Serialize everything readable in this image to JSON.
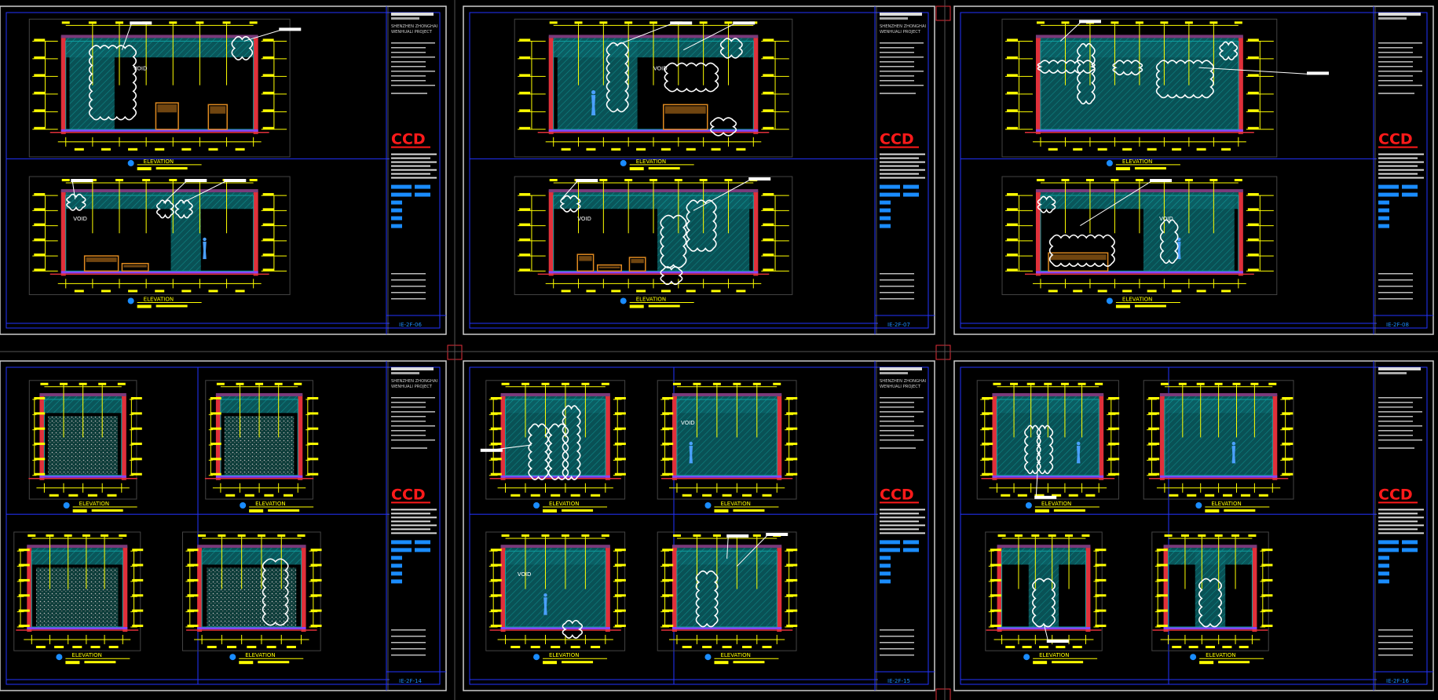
{
  "viewport": {
    "background": "#000000"
  },
  "colors": {
    "frame": "#2233ff",
    "wall": "#e0303a",
    "dim": "#ffff00",
    "hatch": "#0fa0a0",
    "hatch_dark": "#0b5f64",
    "furniture": "#e08a20",
    "figure": "#4aa0ff",
    "cloud": "#ffffff",
    "accent_blue": "#1a8cff",
    "logo": "#ff1a1a",
    "border": "#cccccc",
    "violet": "#8844ff"
  },
  "sheets": [
    {
      "company_line1": "SHENZHEN ZHONGHAI",
      "company_line2": "WENHUALI PROJECT",
      "logo": "CCD",
      "sheet_number": "IE-2F-06",
      "views": [
        {
          "label": "ELEVATION",
          "note": "VOID"
        },
        {
          "label": "ELEVATION",
          "note": "VOID"
        }
      ]
    },
    {
      "company_line1": "SHENZHEN ZHONGHAI",
      "company_line2": "WENHUALI PROJECT",
      "logo": "CCD",
      "sheet_number": "IE-2F-07",
      "views": [
        {
          "label": "ELEVATION",
          "note": "VOID"
        },
        {
          "label": "ELEVATION",
          "note": "VOID"
        }
      ]
    },
    {
      "company_line1": "",
      "company_line2": "",
      "logo": "CCD",
      "sheet_number": "IE-2F-08",
      "views": [
        {
          "label": "ELEVATION",
          "note": ""
        },
        {
          "label": "ELEVATION",
          "note": "VOID"
        }
      ]
    },
    {
      "company_line1": "SHENZHEN ZHONGHAI",
      "company_line2": "WENHUALI PROJECT",
      "logo": "CCD",
      "sheet_number": "IE-2F-14",
      "views": [
        {
          "label": "ELEVATION",
          "note": ""
        },
        {
          "label": "ELEVATION",
          "note": ""
        },
        {
          "label": "ELEVATION",
          "note": ""
        },
        {
          "label": "ELEVATION",
          "note": ""
        }
      ]
    },
    {
      "company_line1": "SHENZHEN ZHONGHAI",
      "company_line2": "WENHUALI PROJECT",
      "logo": "CCD",
      "sheet_number": "IE-2F-15",
      "views": [
        {
          "label": "ELEVATION",
          "note": ""
        },
        {
          "label": "ELEVATION",
          "note": "VOID"
        },
        {
          "label": "ELEVATION",
          "note": "VOID"
        },
        {
          "label": "ELEVATION",
          "note": ""
        }
      ]
    },
    {
      "company_line1": "",
      "company_line2": "",
      "logo": "CCD",
      "sheet_number": "IE-2F-16",
      "views": [
        {
          "label": "ELEVATION",
          "note": ""
        },
        {
          "label": "ELEVATION",
          "note": ""
        },
        {
          "label": "ELEVATION",
          "note": ""
        },
        {
          "label": "ELEVATION",
          "note": ""
        }
      ]
    }
  ]
}
